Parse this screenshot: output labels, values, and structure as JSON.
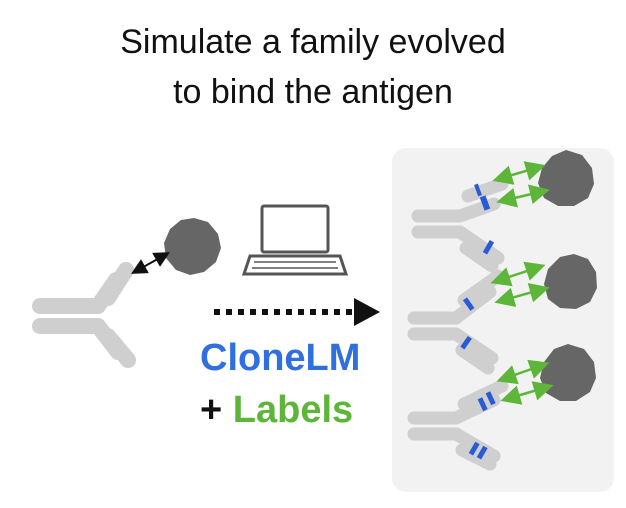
{
  "title": {
    "line1": "Simulate a family evolved",
    "line2": "to bind the antigen"
  },
  "method": {
    "name": "CloneLM",
    "plus": "+",
    "labels": "Labels"
  },
  "colors": {
    "antibody": "#cfcfcf",
    "antigen": "#666666",
    "clonelm_blue": "#2f6fe0",
    "labels_green": "#5db63a",
    "mutation_blue": "#2a5bd7",
    "panel_bg": "#f2f2f2"
  },
  "icons": [
    "antibody-icon",
    "antigen-icon",
    "laptop-icon",
    "binding-arrow-icon",
    "dotted-arrow-icon"
  ]
}
